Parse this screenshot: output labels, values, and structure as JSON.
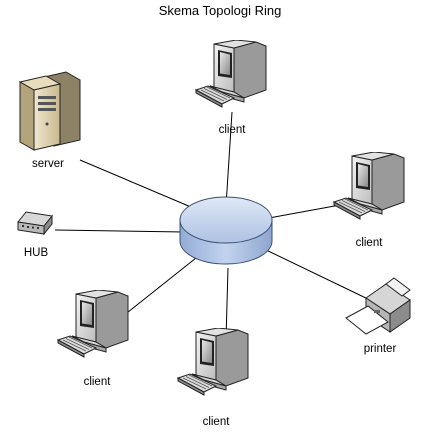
{
  "diagram": {
    "title": "Skema Topologi Ring",
    "hub_center": {
      "shape": "cylinder"
    },
    "nodes": {
      "server": {
        "label": "server",
        "icon": "server-tower-icon"
      },
      "hub": {
        "label": "HUB",
        "icon": "network-hub-icon"
      },
      "client_top": {
        "label": "client",
        "icon": "desktop-computer-icon"
      },
      "client_right": {
        "label": "client",
        "icon": "desktop-computer-icon"
      },
      "printer": {
        "label": "printer",
        "icon": "printer-icon"
      },
      "client_bottom": {
        "label": "client",
        "icon": "desktop-computer-icon"
      },
      "client_left": {
        "label": "client",
        "icon": "desktop-computer-icon"
      }
    },
    "colors": {
      "cylinder_fill": "#b4c8e6",
      "cylinder_top": "#c8d8ee",
      "cylinder_stroke": "#3a4d6e",
      "line": "#000000"
    }
  }
}
